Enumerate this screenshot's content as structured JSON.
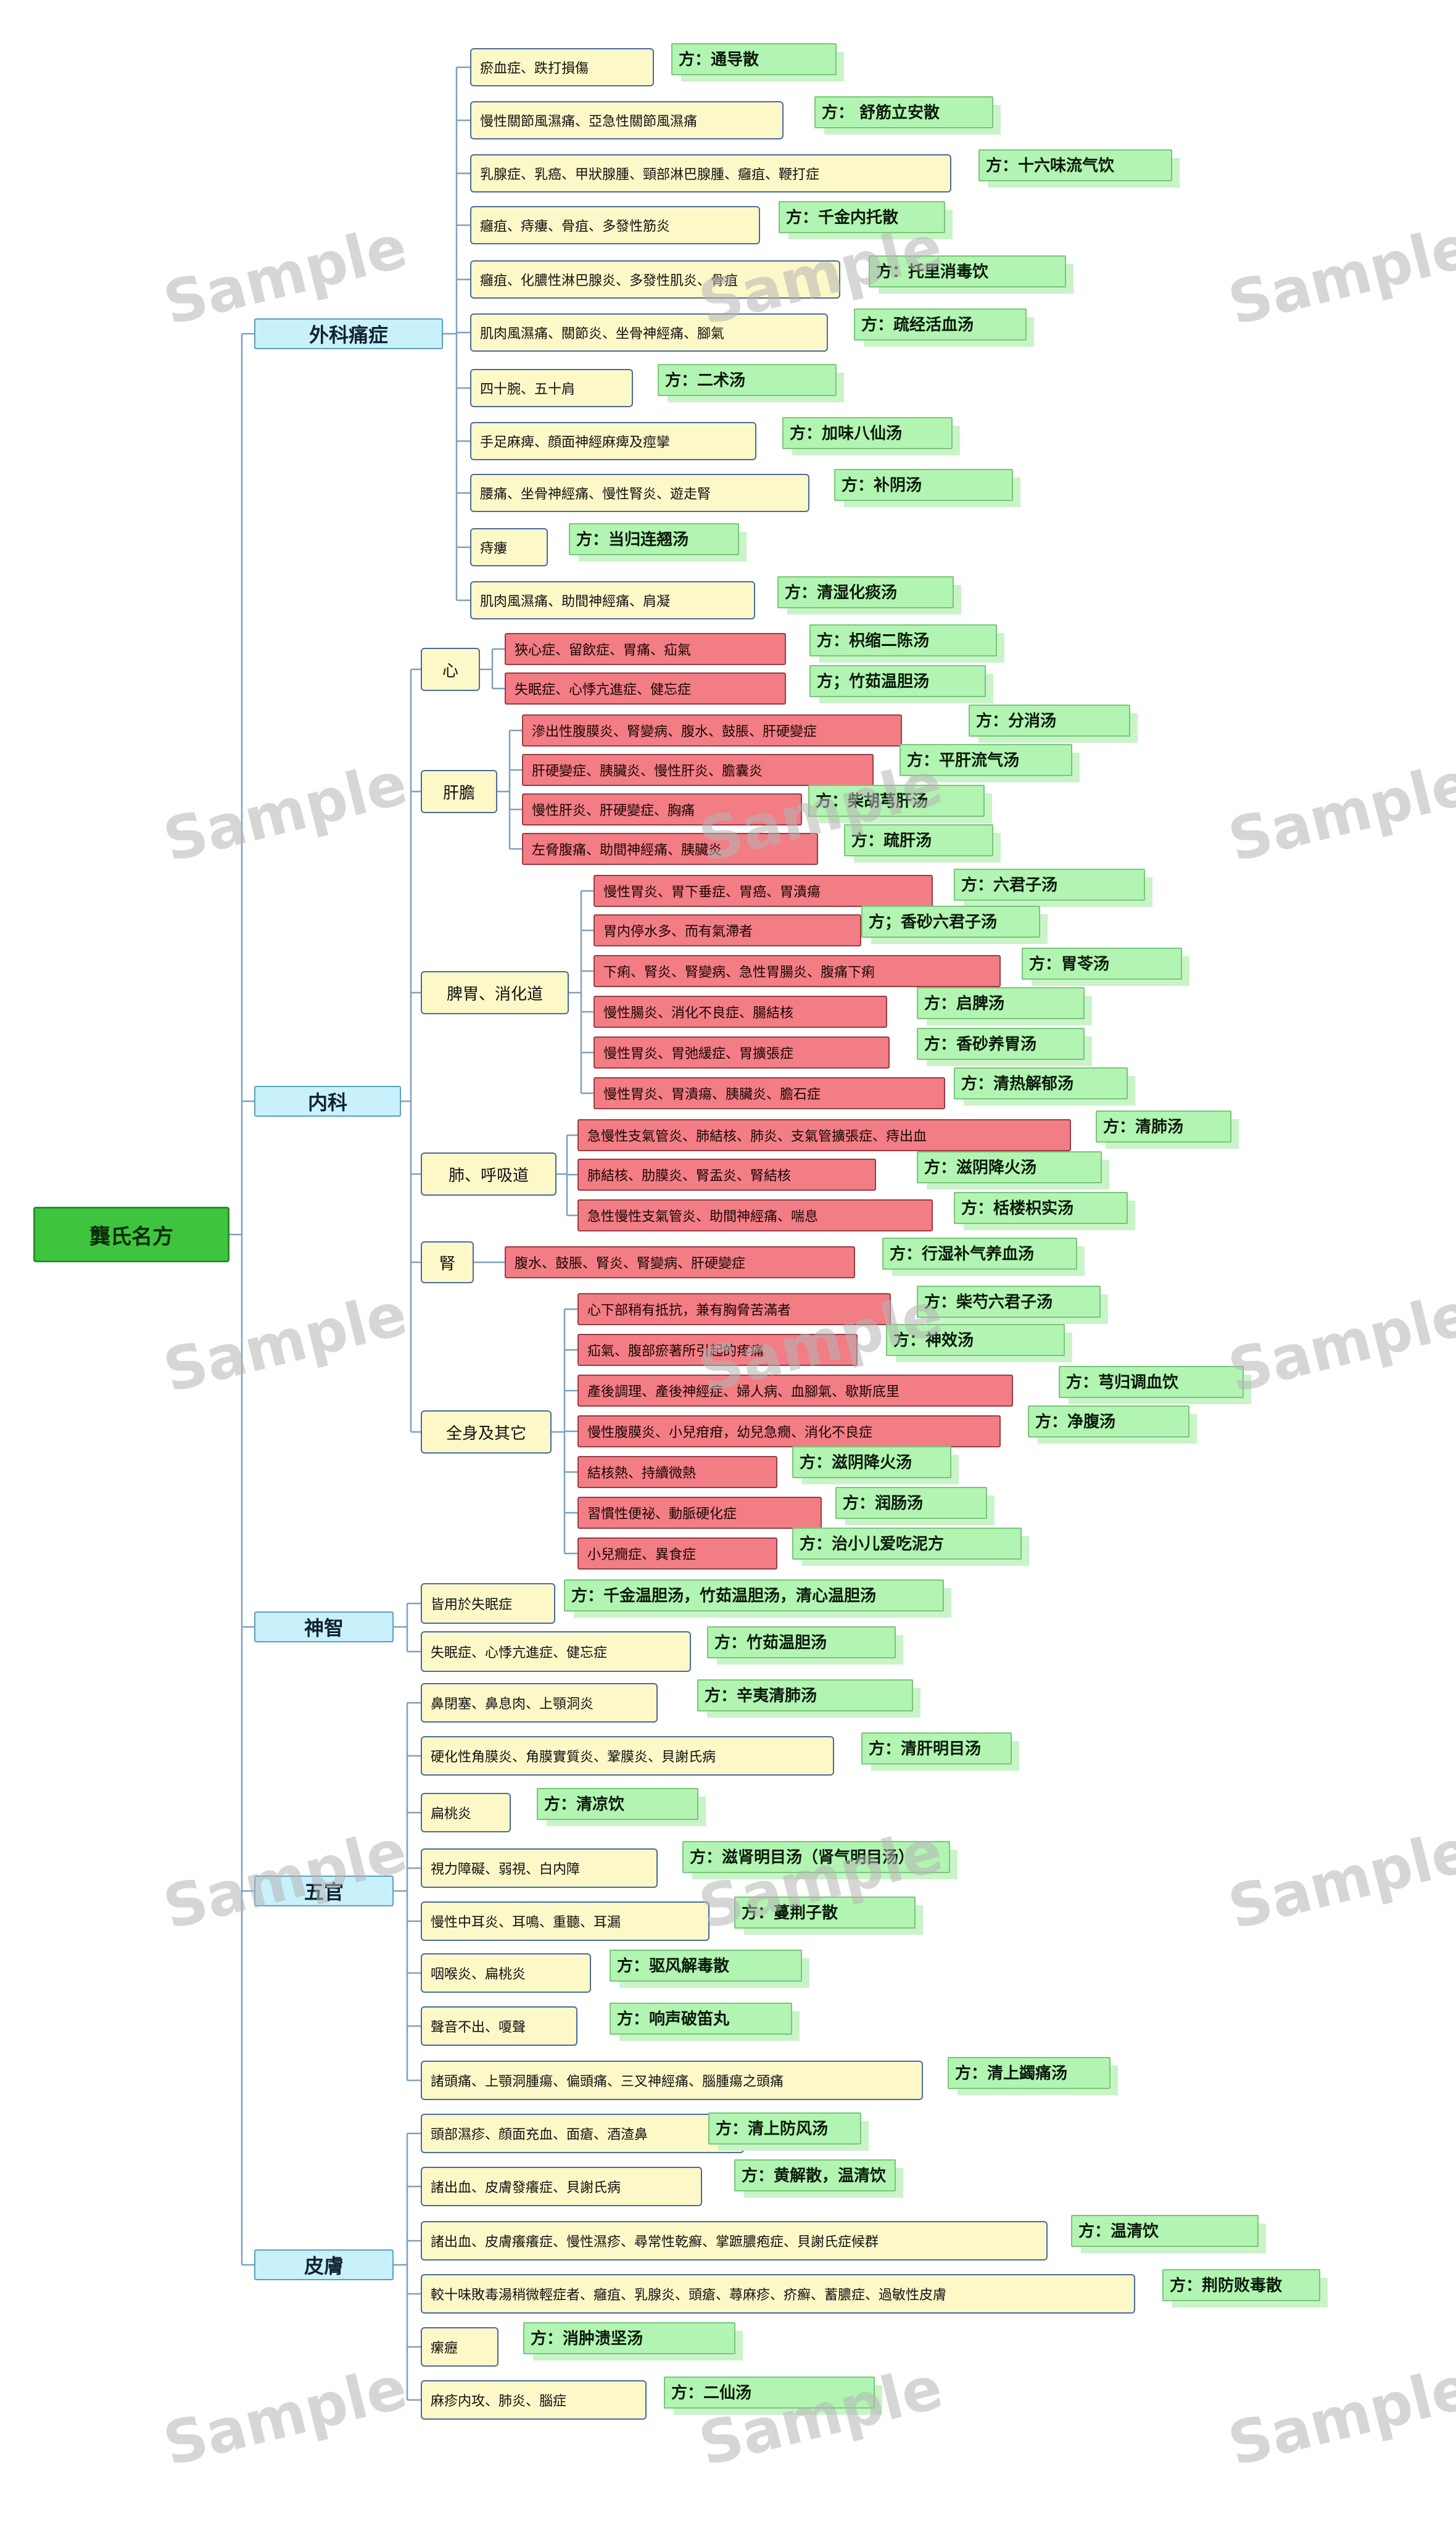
{
  "root": "龔氏名方",
  "categories": [
    {
      "label": "外科痛症",
      "items": [
        {
          "text": "瘀血症、跌打損傷",
          "fang": "方：通导散"
        },
        {
          "text": "慢性關節風濕痛、亞急性關節風濕痛",
          "fang": "方： 舒筋立安散"
        },
        {
          "text": "乳腺症、乳癌、甲狀腺腫、頸部淋巴腺腫、癰疽、鞭打症",
          "fang": "方：十六味流气饮"
        },
        {
          "text": "癰疽、痔瘻、骨疽、多發性筋炎",
          "fang": "方：千金内托散"
        },
        {
          "text": "癰疽、化膿性淋巴腺炎、多發性肌炎、骨疽",
          "fang": "方：托里消毒饮"
        },
        {
          "text": "肌肉風濕痛、關節炎、坐骨神經痛、腳氣",
          "fang": "方：疏经活血汤"
        },
        {
          "text": "四十腕、五十肩",
          "fang": "方：二术汤"
        },
        {
          "text": "手足麻痺、顔面神經麻痺及痙攣",
          "fang": "方：加味八仙汤"
        },
        {
          "text": "腰痛、坐骨神經痛、慢性腎炎、遊走腎",
          "fang": "方：补阴汤"
        },
        {
          "text": "痔瘻",
          "fang": "方：当归连翘汤"
        },
        {
          "text": "肌肉風濕痛、助間神經痛、肩凝",
          "fang": "方：清湿化痰汤"
        }
      ]
    },
    {
      "label": "内科",
      "groups": [
        {
          "label": "心",
          "items": [
            {
              "text": "狹心症、留飲症、胃痛、疝氣",
              "fang": "方：枳缩二陈汤"
            },
            {
              "text": "失眠症、心悸亢進症、健忘症",
              "fang": "方；竹茹温胆汤"
            }
          ]
        },
        {
          "label": "肝膽",
          "items": [
            {
              "text": "滲出性腹膜炎、腎變病、腹水、鼓脹、肝硬變症",
              "fang": "方：分消汤"
            },
            {
              "text": "肝硬變症、胰臟炎、慢性肝炎、膽囊炎",
              "fang": "方：平肝流气汤"
            },
            {
              "text": "慢性肝炎、肝硬變症、胸痛",
              "fang": "方：柴胡芎肝汤"
            },
            {
              "text": "左脅腹痛、助間神經痛、胰臟炎",
              "fang": "方：疏肝汤"
            }
          ]
        },
        {
          "label": "脾胃、消化道",
          "items": [
            {
              "text": "慢性胃炎、胃下垂症、胃癌、胃潰瘍",
              "fang": "方：六君子汤"
            },
            {
              "text": "胃内停水多、而有氣滯者",
              "fang": "方；香砂六君子汤"
            },
            {
              "text": "下痢、腎炎、腎變病、急性胃腸炎、腹痛下痢",
              "fang": "方：胃苓汤"
            },
            {
              "text": "慢性腸炎、消化不良症、腸結核",
              "fang": "方：启脾汤"
            },
            {
              "text": "慢性胃炎、胃弛緩症、胃擴張症",
              "fang": "方：香砂养胃汤"
            },
            {
              "text": "慢性胃炎、胃潰瘍、胰臟炎、膽石症",
              "fang": "方：清热解郁汤"
            }
          ]
        },
        {
          "label": "肺、呼吸道",
          "items": [
            {
              "text": "急慢性支氣管炎、肺結核、肺炎、支氣管擴張症、痔出血",
              "fang": "方：清肺汤"
            },
            {
              "text": "肺結核、肋膜炎、腎盂炎、腎結核",
              "fang": "方：滋阴降火汤"
            },
            {
              "text": "急性慢性支氣管炎、助間神經痛、喘息",
              "fang": "方：栝楼枳实汤"
            }
          ]
        },
        {
          "label": "腎",
          "items": [
            {
              "text": "腹水、鼓脹、腎炎、腎變病、肝硬變症",
              "fang": "方：行湿补气养血汤"
            }
          ]
        },
        {
          "label": "全身及其它",
          "items": [
            {
              "text": "心下部稍有抵抗，兼有胸脅苦滿者",
              "fang": "方：柴芍六君子汤"
            },
            {
              "text": "疝氣、腹部瘀著所引起的疼痛",
              "fang": "方：神效汤"
            },
            {
              "text": "產後調理、產後神經症、婦人病、血腳氣、歇斯底里",
              "fang": "方：芎归调血饮"
            },
            {
              "text": "慢性腹膜炎、小兒疳疳，幼兒急癇、消化不良症",
              "fang": "方：净腹汤"
            },
            {
              "text": "結核熱、持續微熱",
              "fang": "方：滋阴降火汤"
            },
            {
              "text": "習慣性便祕、動脈硬化症",
              "fang": "方：润肠汤"
            },
            {
              "text": "小兒癇症、異食症",
              "fang": "方：治小儿爱吃泥方"
            }
          ]
        }
      ]
    },
    {
      "label": "神智",
      "items": [
        {
          "text": "皆用於失眠症",
          "fang": "方：千金温胆汤，竹茹温胆汤，清心温胆汤"
        },
        {
          "text": "失眠症、心悸亢進症、健忘症",
          "fang": "方：竹茹温胆汤"
        }
      ]
    },
    {
      "label": "五官",
      "items": [
        {
          "text": "鼻閉塞、鼻息肉、上顎洞炎",
          "fang": "方：辛夷清肺汤"
        },
        {
          "text": "硬化性角膜炎、角膜實質炎、鞏膜炎、貝謝氏病",
          "fang": "方：清肝明目汤"
        },
        {
          "text": "扁桃炎",
          "fang": "方：清凉饮"
        },
        {
          "text": "視力障礙、弱視、白内障",
          "fang": "方：滋肾明目汤（肾气明目汤）"
        },
        {
          "text": "慢性中耳炎、耳鳴、重聽、耳漏",
          "fang": "方：蔓荆子散"
        },
        {
          "text": "咽喉炎、扁桃炎",
          "fang": "方：驱风解毒散"
        },
        {
          "text": "聲音不出、嗄聲",
          "fang": "方：响声破笛丸"
        },
        {
          "text": "諸頭痛、上顎洞腫瘍、偏頭痛、三叉神經痛、腦腫瘍之頭痛",
          "fang": "方：清上蠲痛汤"
        }
      ]
    },
    {
      "label": "皮膚",
      "items": [
        {
          "text": "頭部濕疹、顔面充血、面瘡、酒渣鼻",
          "fang": "方：清上防风汤"
        },
        {
          "text": "諸出血、皮膚發癢症、貝謝氏病",
          "fang": "方：黄解散，温清饮"
        },
        {
          "text": "諸出血、皮膚癢癢症、慢性濕疹、尋常性乾癬、掌蹠膿疱症、貝謝氏症候群",
          "fang": "方：温清饮"
        },
        {
          "text": "較十味敗毒湯稍微輕症者、癰疽、乳腺炎、頭瘡、蕁麻疹、疥癬、蓄膿症、過敏性皮膚",
          "fang": "方：荆防败毒散"
        },
        {
          "text": "瘰癧",
          "fang": "方：消肿溃坚汤"
        },
        {
          "text": "麻疹内攻、肺炎、腦症",
          "fang": "方：二仙汤"
        }
      ]
    }
  ],
  "watermark": "Sample",
  "colors": {
    "root": "#3ec43e",
    "category": "#c8f1fb",
    "subgroup": "#fdf8c8",
    "symptom_yellow": "#fdf8c8",
    "symptom_red": "#f27d84",
    "prescription": "#b2f4b2",
    "connector": "#7fa0c0"
  }
}
